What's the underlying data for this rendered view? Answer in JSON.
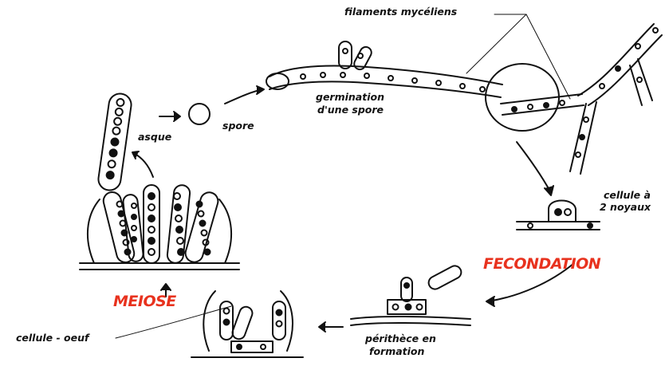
{
  "labels": {
    "filaments": "filaments mycéliens",
    "germination_1": "germination",
    "germination_2": "d'une spore",
    "spore": "spore",
    "asque": "asque",
    "cellule_1": "cellule à",
    "cellule_2": "2 noyaux",
    "fecondation": "FECONDATION",
    "perithece_1": "périthèce en",
    "perithece_2": "formation",
    "meiose": "MEIOSE",
    "cellule_oeuf": "cellule - oeuf"
  },
  "colors": {
    "ink": "#111111",
    "stage_label": "#e8321e",
    "background": "#ffffff"
  }
}
